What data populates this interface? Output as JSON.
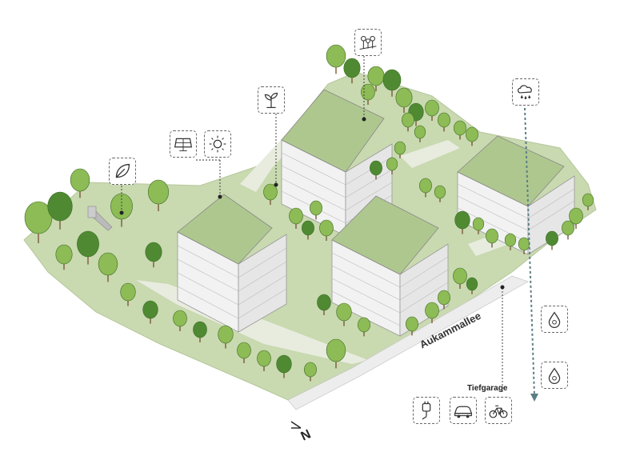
{
  "labels": {
    "street": "Aukammallee",
    "garage": "Tiefgarage",
    "north": "N"
  },
  "icons": [
    {
      "name": "leaf-icon"
    },
    {
      "name": "solar-panel-icon"
    },
    {
      "name": "sun-icon"
    },
    {
      "name": "sprout-icon"
    },
    {
      "name": "flowers-icon"
    },
    {
      "name": "rain-cloud-icon"
    },
    {
      "name": "water-drop-icon"
    },
    {
      "name": "water-drop-icon"
    },
    {
      "name": "ev-charger-icon"
    },
    {
      "name": "e-car-icon"
    },
    {
      "name": "e-bike-icon"
    }
  ],
  "colors": {
    "ground": "#c9d9b0",
    "roof": "#aec78e",
    "tree_light": "#8dbb55",
    "tree_dark": "#4f8a32",
    "facade": "#f2f2f2",
    "water_line": "#5a7e86"
  }
}
